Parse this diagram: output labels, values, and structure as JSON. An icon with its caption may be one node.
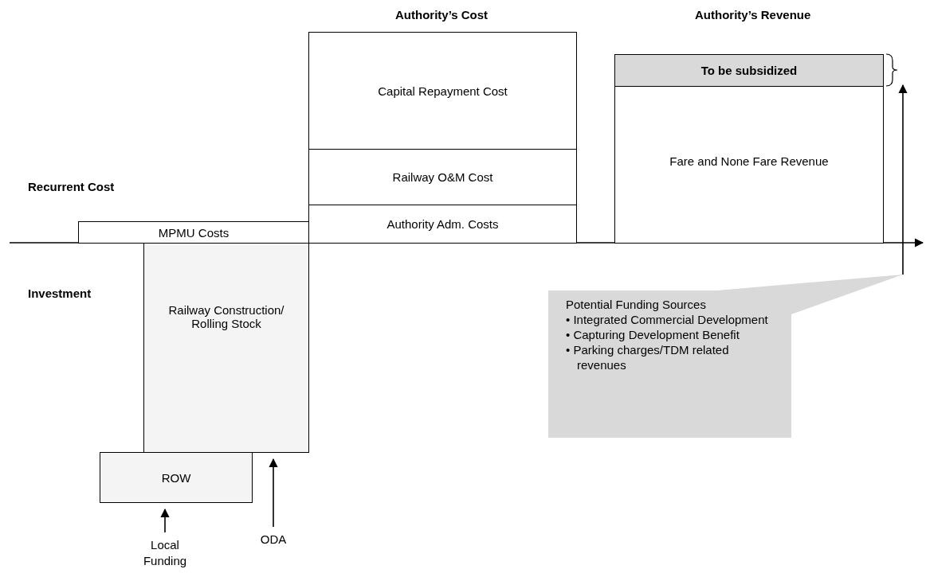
{
  "diagram": {
    "nodes": [
      {
        "text": [
          "MPMU Costs"
        ]
      },
      {
        "text": [
          "Railway Construction/ Rolling Stock"
        ]
      },
      {
        "text": [
          "ROW"
        ]
      },
      {
        "text": [
          "Capital Repayment Cost"
        ]
      },
      {
        "text": [
          "Railway O&M Cost"
        ]
      },
      {
        "text": [
          "Authority Adm. Costs"
        ]
      },
      {
        "text": [
          "To be subsidized"
        ]
      },
      {
        "text": [
          "Fare and None Fare Revenue"
        ]
      },
      {
        "text": [
          "Potential Funding Sources",
          "• Integrated Commercial Development",
          "• Capturing Development Benefit",
          "• Parking charges/TDM related revenues"
        ]
      },
      {
        "text": [
          "Local Funding"
        ]
      },
      {
        "text": [
          "ODA"
        ]
      }
    ],
    "edges": [
      {
        "from": 9,
        "to": 2,
        "arrow": "to"
      },
      {
        "from": 10,
        "to": 1,
        "arrow": "to"
      },
      {
        "from": 8,
        "to": 6,
        "arrow": "to"
      }
    ],
    "labels": [
      "Authority’s Cost",
      "Authority’s Revenue",
      "Recurrent Cost",
      "Investment"
    ]
  }
}
